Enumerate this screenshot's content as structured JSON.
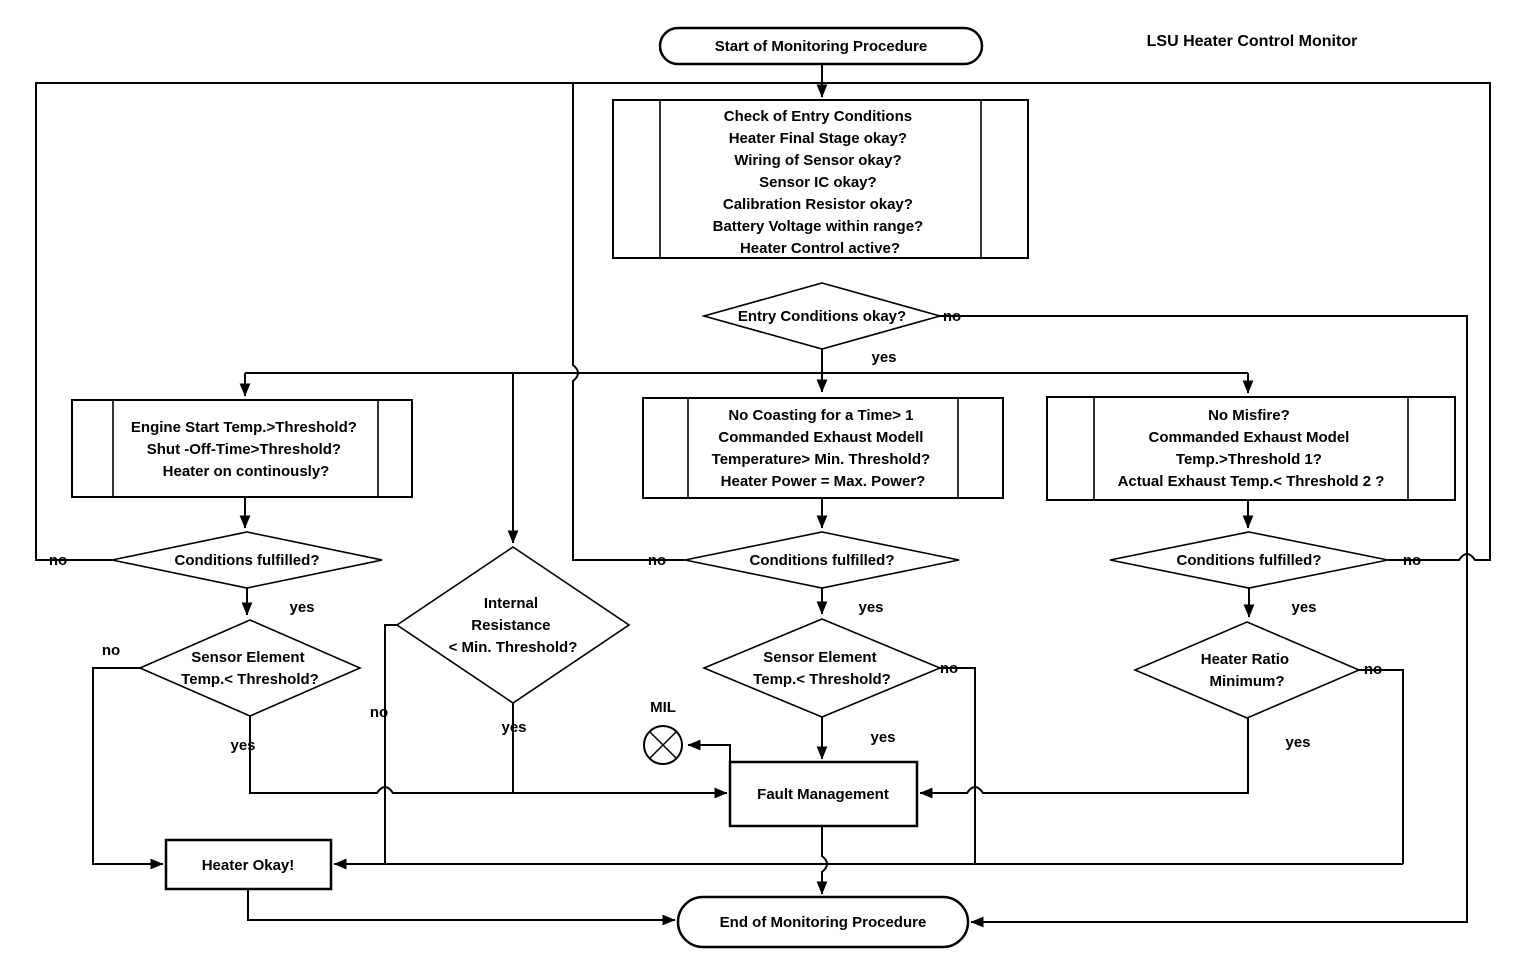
{
  "title": "LSU Heater Control Monitor",
  "labels": {
    "yes": "yes",
    "no": "no"
  },
  "colors": {
    "stroke": "#000000",
    "background": "#ffffff"
  },
  "nodes": {
    "start": {
      "label": "Start of Monitoring Procedure"
    },
    "check_entry": {
      "lines": [
        "Check of Entry Conditions",
        "Heater Final Stage okay?",
        "Wiring of Sensor okay?",
        "Sensor IC okay?",
        "Calibration Resistor okay?",
        "Battery Voltage within range?",
        "Heater Control active?"
      ]
    },
    "entry_ok": {
      "label": "Entry Conditions okay?"
    },
    "engine_start_box": {
      "lines": [
        "Engine Start Temp.>Threshold?",
        "Shut -Off-Time>Threshold?",
        "Heater on continously?"
      ]
    },
    "coasting_box": {
      "lines": [
        "No Coasting for a Time> 1",
        "Commanded Exhaust Modell",
        "Temperature> Min. Threshold?",
        "Heater Power = Max. Power?"
      ]
    },
    "misfire_box": {
      "lines": [
        "No Misfire?",
        "Commanded Exhaust Model",
        "Temp.>Threshold 1?",
        "Actual Exhaust Temp.< Threshold 2 ?"
      ]
    },
    "cond_left": {
      "label": "Conditions fulfilled?"
    },
    "cond_mid": {
      "label": "Conditions fulfilled?"
    },
    "cond_right": {
      "label": "Conditions fulfilled?"
    },
    "internal_res": {
      "lines": [
        "Internal",
        "Resistance",
        "< Min. Threshold?"
      ]
    },
    "sensor_left": {
      "lines": [
        "Sensor Element",
        "Temp.< Threshold?"
      ]
    },
    "sensor_mid": {
      "lines": [
        "Sensor Element",
        "Temp.< Threshold?"
      ]
    },
    "heater_ratio": {
      "lines": [
        "Heater Ratio",
        "Minimum?"
      ]
    },
    "mil": {
      "label": "MIL"
    },
    "fault_mgmt": {
      "label": "Fault Management"
    },
    "heater_okay": {
      "label": "Heater Okay!"
    },
    "end": {
      "label": "End of Monitoring Procedure"
    }
  }
}
